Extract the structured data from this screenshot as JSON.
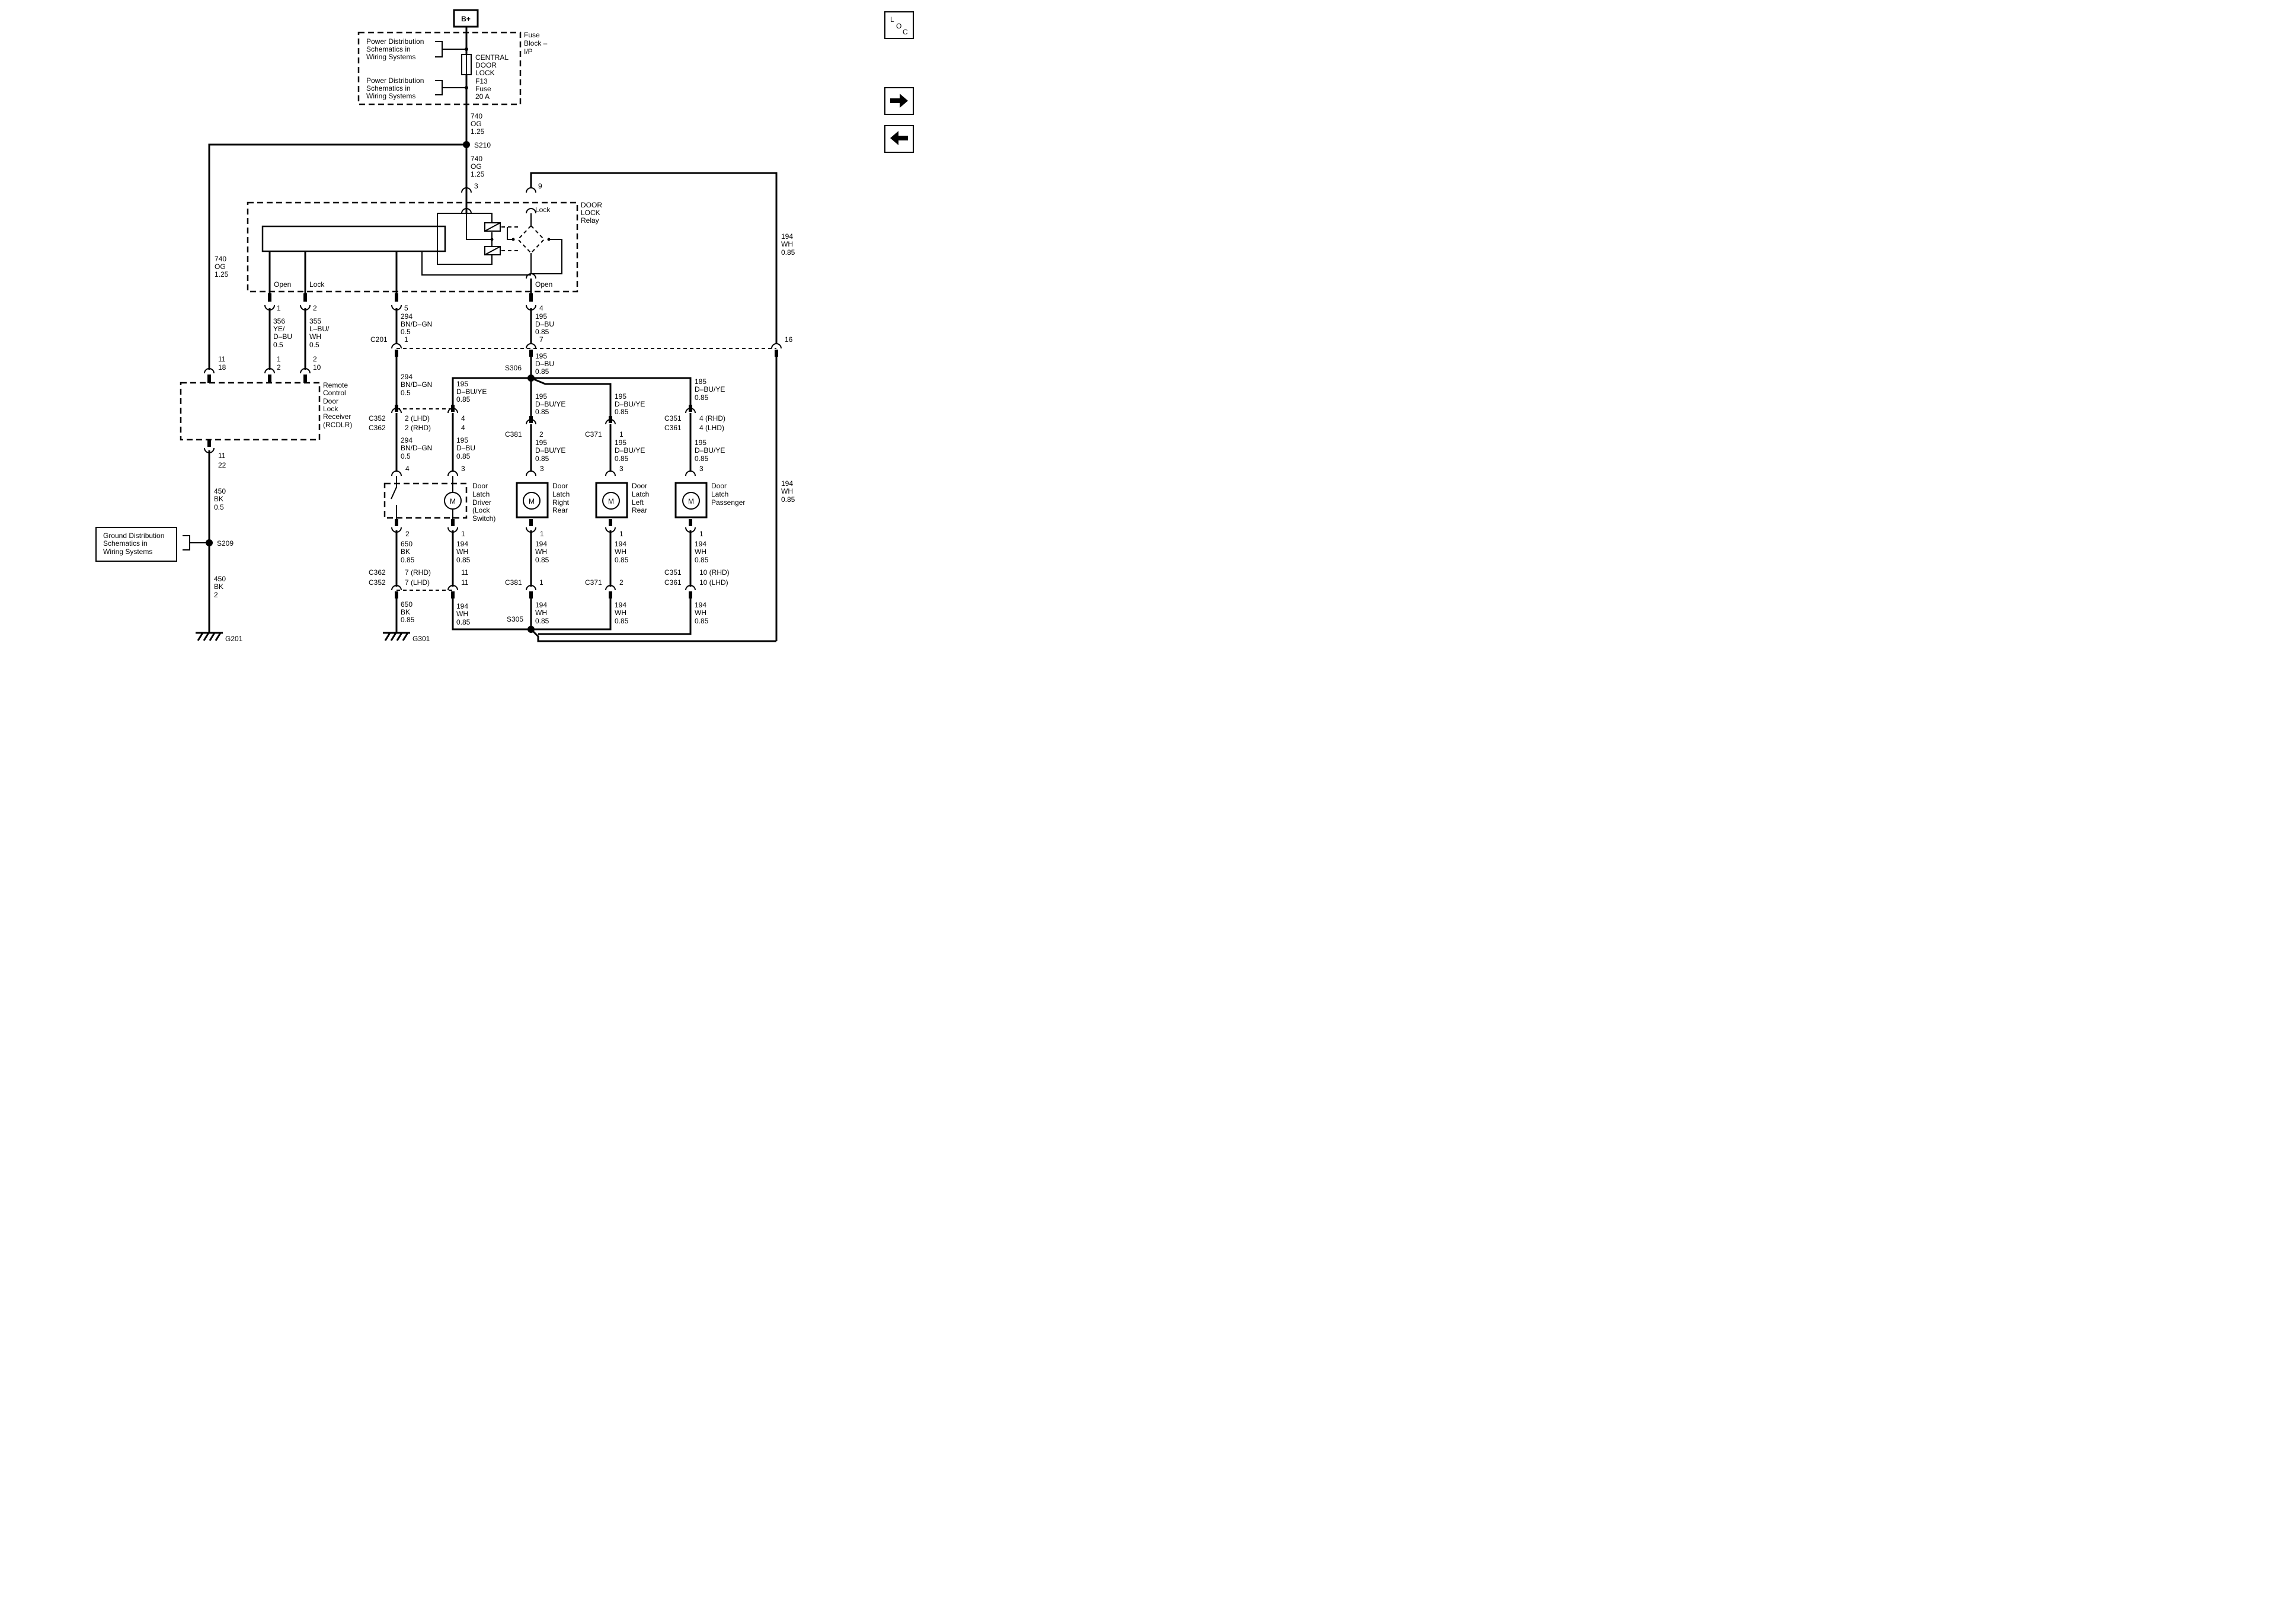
{
  "nav": {
    "loc_icon": "loc-icon",
    "next_icon": "arrow-right-icon",
    "prev_icon": "arrow-left-icon",
    "loc_label": [
      "L",
      "O",
      "C"
    ]
  },
  "power": {
    "battery": "B+",
    "fuse_block": [
      "Fuse",
      "Block –",
      "I/P"
    ],
    "pd_ref1": [
      "Power Distribution",
      "Schematics in",
      "Wiring Systems"
    ],
    "pd_ref2": [
      "Power Distribution",
      "Schematics in",
      "Wiring Systems"
    ],
    "fuse_label": [
      "CENTRAL",
      "DOOR",
      "LOCK",
      "F13",
      "Fuse",
      "20 A"
    ],
    "wire_top": [
      "740",
      "OG",
      "1.25"
    ],
    "splice": "S210",
    "wire_mid": [
      "740",
      "OG",
      "1.25"
    ],
    "wire_left": [
      "740",
      "OG",
      "1.25"
    ]
  },
  "relay": {
    "name": [
      "DOOR",
      "LOCK",
      "Relay"
    ],
    "pin3": "3",
    "pin9": "9",
    "lock_top": "Lock",
    "open_right": "Open",
    "open_left": "Open",
    "lock_left": "Lock",
    "pin1": "1",
    "pin2": "2",
    "pin5": "5",
    "pin4": "4"
  },
  "wires": {
    "w356": [
      "356",
      "YE/",
      "D–BU",
      "0.5"
    ],
    "w355": [
      "355",
      "L–BU/",
      "WH",
      "0.5"
    ],
    "w294a": [
      "294",
      "BN/D–GN",
      "0.5"
    ],
    "c201": "C201",
    "c201_pin1": "1",
    "w195a": [
      "195",
      "D–BU",
      "0.85"
    ],
    "c201_pin7": "7",
    "w194_right_top": [
      "194",
      "WH",
      "0.85"
    ],
    "pin16": "16",
    "w195b": [
      "195",
      "D–BU",
      "0.85"
    ],
    "s306": "S306",
    "w294b": [
      "294",
      "BN/D–GN",
      "0.5"
    ],
    "w195_dbuye_1": [
      "195",
      "D–BU/YE",
      "0.85"
    ],
    "w195_dbuye_2": [
      "195",
      "D–BU/YE",
      "0.85"
    ],
    "w195_dbuye_3": [
      "195",
      "D–BU/YE",
      "0.85"
    ],
    "w185": [
      "185",
      "D–BU/YE",
      "0.85"
    ],
    "w194_right_bot": [
      "194",
      "WH",
      "0.85"
    ]
  },
  "rcdlr": {
    "name": [
      "Remote",
      "Control",
      "Door",
      "Lock",
      "Receiver",
      "(RCDLR)"
    ],
    "pin_top_a": [
      "11",
      "18"
    ],
    "pin_top_b": [
      "1",
      "2"
    ],
    "pin_top_c": [
      "2",
      "10"
    ],
    "pin_bot": [
      "11",
      "22"
    ],
    "w450a": [
      "450",
      "BK",
      "0.5"
    ],
    "s209": "S209",
    "gnd_ref": [
      "Ground Distribution",
      "Schematics in",
      "Wiring Systems"
    ],
    "w450b": [
      "450",
      "BK",
      "2"
    ],
    "g201": "G201"
  },
  "connectors": {
    "c352_362": [
      "C352",
      "C362"
    ],
    "c352_pins": [
      "2 (LHD)",
      "2 (RHD)"
    ],
    "c352_pins_b": [
      "4",
      "4"
    ],
    "c381": "C381",
    "c381_pin": "2",
    "c371": "C371",
    "c371_pin": "1",
    "c351_361": [
      "C351",
      "C361"
    ],
    "c351_pins": [
      "4 (RHD)",
      "4 (LHD)"
    ]
  },
  "lower": {
    "w294c": [
      "294",
      "BN/D–GN",
      "0.5"
    ],
    "w195_dbu_drv": [
      "195",
      "D–BU",
      "0.85"
    ],
    "w195_rr": [
      "195",
      "D–BU/YE",
      "0.85"
    ],
    "w195_lr": [
      "195",
      "D–BU/YE",
      "0.85"
    ],
    "w195_pass": [
      "195",
      "D–BU/YE",
      "0.85"
    ],
    "pin4_sw": "4",
    "pin3_drv": "3",
    "pin3_rr": "3",
    "pin3_lr": "3",
    "pin3_pass": "3",
    "latch_driver": [
      "Door",
      "Latch",
      "Driver",
      "(Lock",
      "Switch)"
    ],
    "latch_rr": [
      "Door",
      "Latch",
      "Right",
      "Rear"
    ],
    "latch_lr": [
      "Door",
      "Latch",
      "Left",
      "Rear"
    ],
    "latch_pass": [
      "Door",
      "Latch",
      "Passenger"
    ],
    "motor": "M",
    "pin2_sw": "2",
    "pin1_drv": "1",
    "pin1_rr": "1",
    "pin1_lr": "1",
    "pin1_pass": "1",
    "w650a": [
      "650",
      "BK",
      "0.85"
    ],
    "w194_drv": [
      "194",
      "WH",
      "0.85"
    ],
    "w194_rr": [
      "194",
      "WH",
      "0.85"
    ],
    "w194_lr": [
      "194",
      "WH",
      "0.85"
    ],
    "w194_pass": [
      "194",
      "WH",
      "0.85"
    ],
    "c362_352": [
      "C362",
      "C352"
    ],
    "c362_pins": [
      "7 (RHD)",
      "7 (LHD)"
    ],
    "c362_pins_b": [
      "11",
      "11"
    ],
    "c381b": "C381",
    "c381b_pin": "1",
    "c371b": "C371",
    "c371b_pin": "2",
    "c351_361b": [
      "C351",
      "C361"
    ],
    "c351b_pins": [
      "10 (RHD)",
      "10 (LHD)"
    ],
    "w650b": [
      "650",
      "BK",
      "0.85"
    ],
    "w194_drv_b": [
      "194",
      "WH",
      "0.85"
    ],
    "w194_rr_b": [
      "194",
      "WH",
      "0.85"
    ],
    "w194_lr_b": [
      "194",
      "WH",
      "0.85"
    ],
    "w194_pass_b": [
      "194",
      "WH",
      "0.85"
    ],
    "s305": "S305",
    "g301": "G301"
  }
}
